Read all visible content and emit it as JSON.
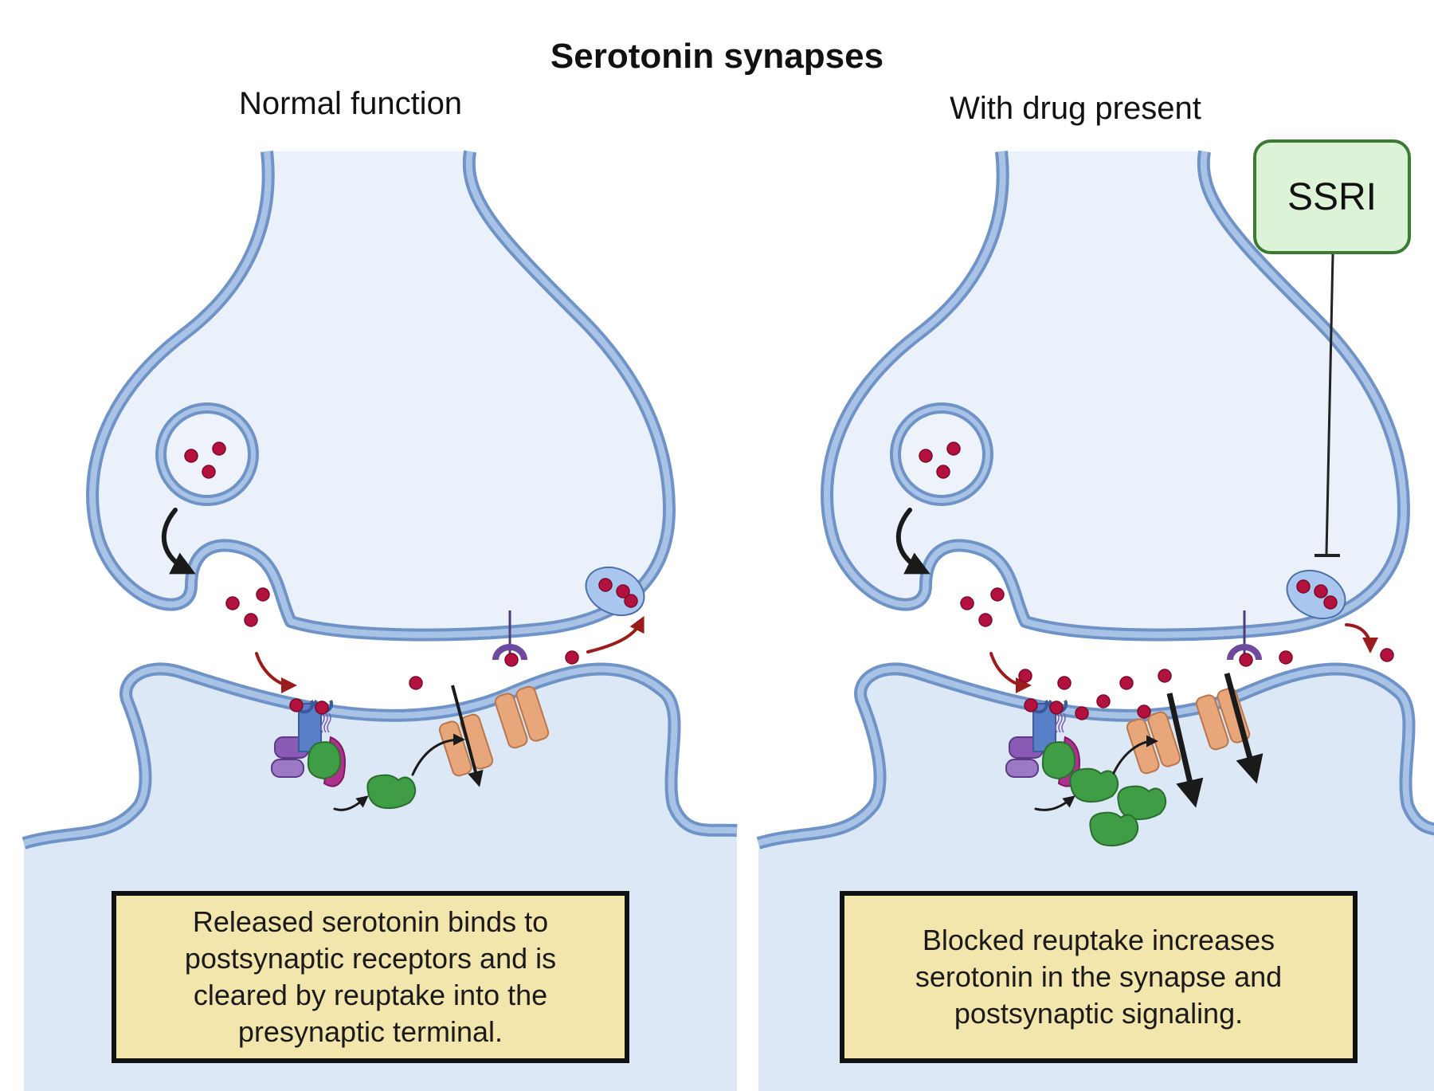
{
  "title": "Serotonin synapses",
  "panels": [
    {
      "title": "Normal function",
      "caption": "Released serotonin binds to postsynaptic receptors and is cleared by reuptake into the presynaptic terminal."
    },
    {
      "title": "With drug present",
      "caption": "Blocked reuptake increases serotonin in the synapse and postsynaptic signaling."
    }
  ],
  "drug_label": "SSRI",
  "colors": {
    "membrane_outer": "#6f93c6",
    "membrane_inner": "#a9c3e7",
    "cytoplasm": "#eaf1fb",
    "post_cytoplasm": "#dde8f7",
    "serotonin": "#b3123f",
    "channel": "#e8a77a",
    "gprotein": "#3f9d45",
    "receptor_purple": "#8a5bb5",
    "transporter": "#a9c6ef",
    "arrow_red": "#9b1c1c",
    "arrow_black": "#1a1a1a",
    "caption_bg": "#f3e6ac",
    "ssri_bg": "#dcf3d8",
    "ssri_border": "#3b7a33"
  }
}
